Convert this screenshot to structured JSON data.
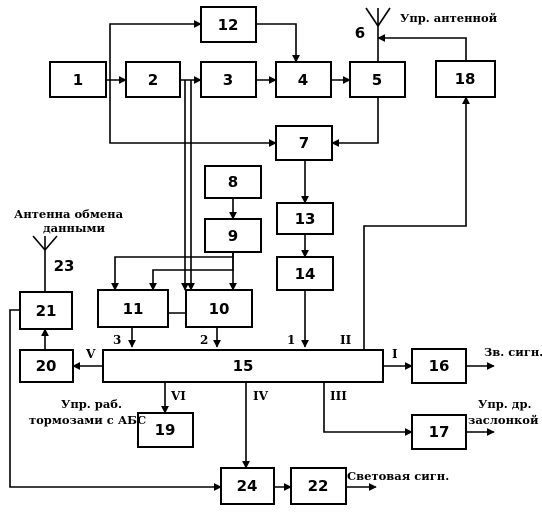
{
  "blocks": {
    "b1": "1",
    "b2": "2",
    "b3": "3",
    "b4": "4",
    "b5": "5",
    "b7": "7",
    "b8": "8",
    "b9": "9",
    "b10": "10",
    "b11": "11",
    "b12": "12",
    "b13": "13",
    "b14": "14",
    "b15": "15",
    "b16": "16",
    "b17": "17",
    "b18": "18",
    "b19": "19",
    "b20": "20",
    "b21": "21",
    "b22": "22",
    "b24": "24"
  },
  "antennas": {
    "a6": "6",
    "a23": "23"
  },
  "ports": {
    "p1": "1",
    "p2": "2",
    "p3": "3",
    "pI": "I",
    "pII": "II",
    "pIII": "III",
    "pIV": "IV",
    "pV": "V",
    "pVI": "VI"
  },
  "labels": {
    "antenna_control": "Упр. антенной",
    "data_antenna_line1": "Антенна обмена",
    "data_antenna_line2": "данными",
    "sound_signal": "Зв. сигн.",
    "throttle_line1": "Упр. др.",
    "throttle_line2": "заслонкой",
    "brakes_line1": "Упр. раб.",
    "brakes_line2": "тормозами с АБС",
    "light_signal": "Световая сигн."
  }
}
